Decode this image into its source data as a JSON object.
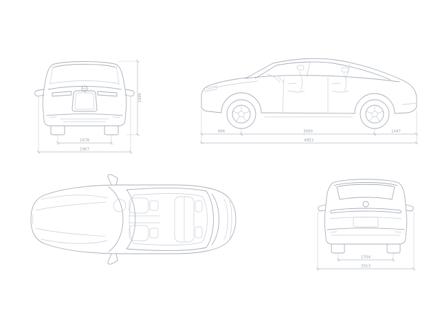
{
  "theme": {
    "bg_color": "#ffffff",
    "line_color": "#a7aeb9",
    "light_line_color": "#c6ccd5",
    "dim_line_color": "#b3bac4",
    "label_color": "#959ea9"
  },
  "views": {
    "front": {
      "dims": {
        "track_width_mm": "1678",
        "overall_width_mm": "1967",
        "overall_height_mm": "1695"
      }
    },
    "side": {
      "dims": {
        "front_overhang_mm": "906",
        "wheelbase_mm": "3000",
        "rear_overhang_mm": "1047",
        "overall_length_mm": "4953"
      }
    },
    "rear": {
      "dims": {
        "track_width_mm": "1704",
        "overall_width_mm": "2013"
      }
    }
  }
}
